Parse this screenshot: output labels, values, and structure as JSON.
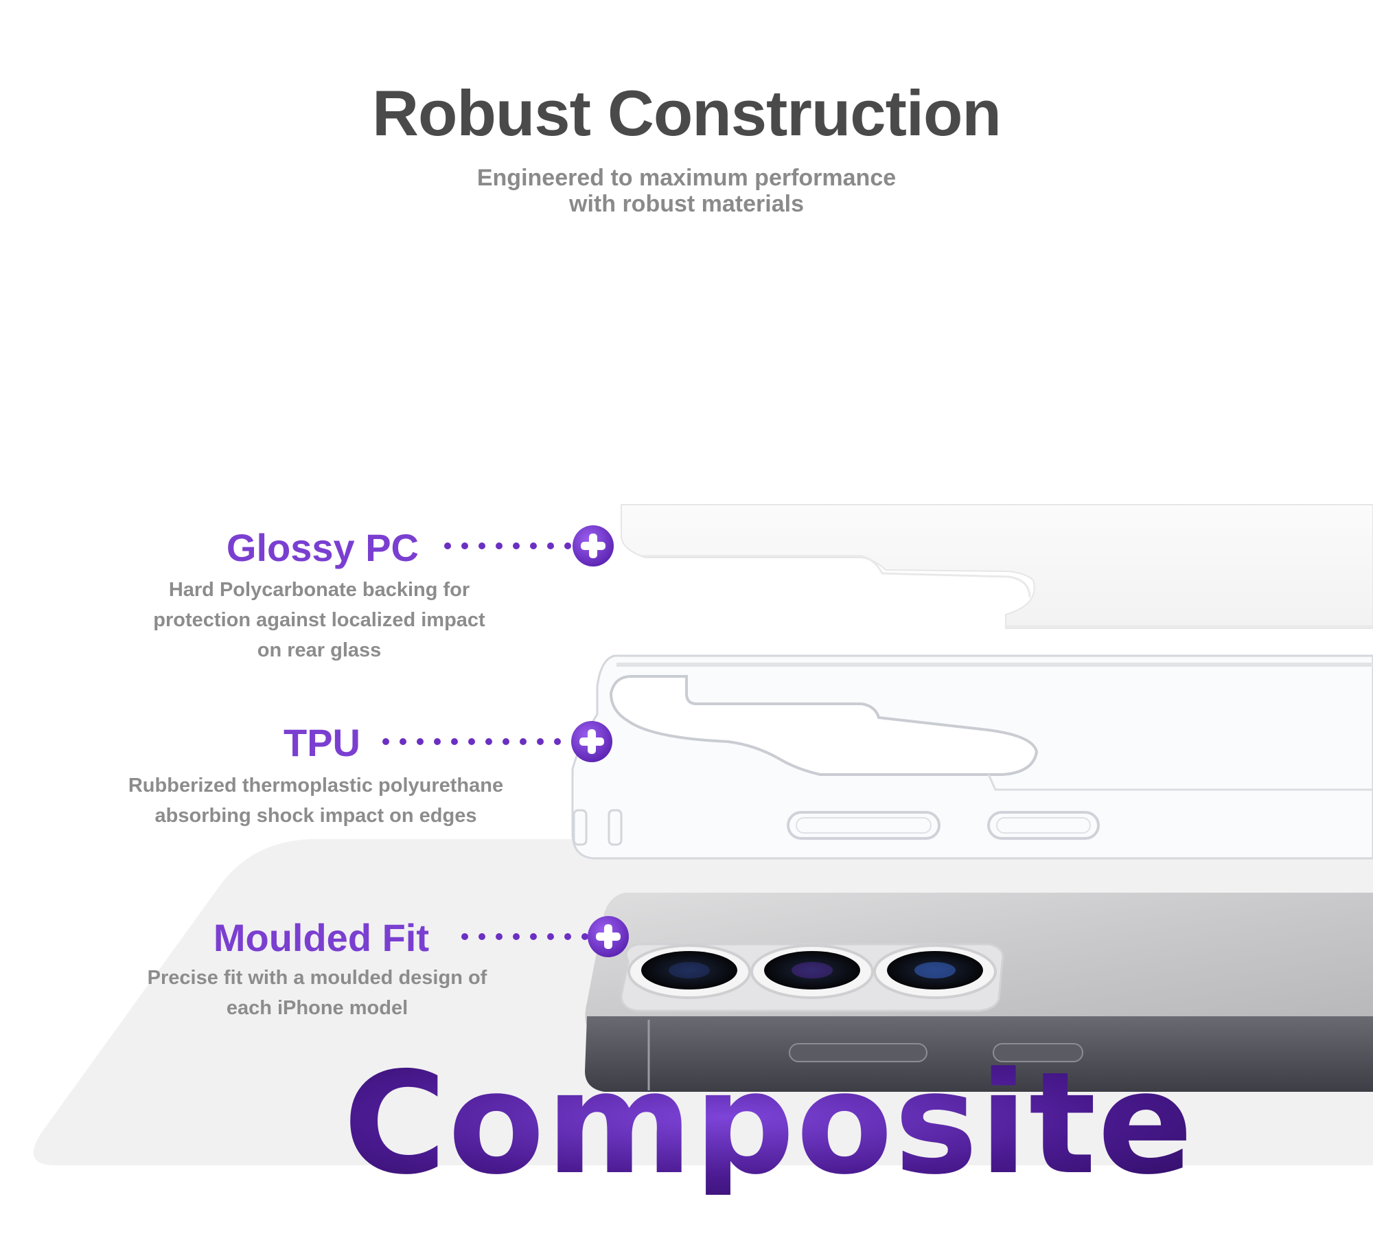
{
  "header": {
    "title": "Robust Construction",
    "subtitle_lines": [
      "Engineered to maximum performance",
      "with robust materials"
    ]
  },
  "features": [
    {
      "title": "Glossy PC",
      "description_lines": [
        "Hard Polycarbonate backing for",
        "protection against localized impact",
        "on rear glass"
      ],
      "marker_icon": "plus-icon"
    },
    {
      "title": "TPU",
      "description_lines": [
        "Rubberized thermoplastic polyurethane",
        "absorbing shock impact on edges"
      ],
      "marker_icon": "plus-icon"
    },
    {
      "title": "Moulded Fit",
      "description_lines": [
        "Precise fit with a moulded design of",
        "each iPhone model"
      ],
      "marker_icon": "plus-icon"
    }
  ],
  "brand": {
    "word": "Composite"
  },
  "colors": {
    "accent": "#7a3fd0",
    "accent_dark": "#4b1a8e",
    "title_text": "#4a4a4a",
    "body_text": "#8c8c8c",
    "panel": "#f1f1f1",
    "phone_body": "#c6c6c8",
    "phone_frame": "#4a4b52"
  }
}
